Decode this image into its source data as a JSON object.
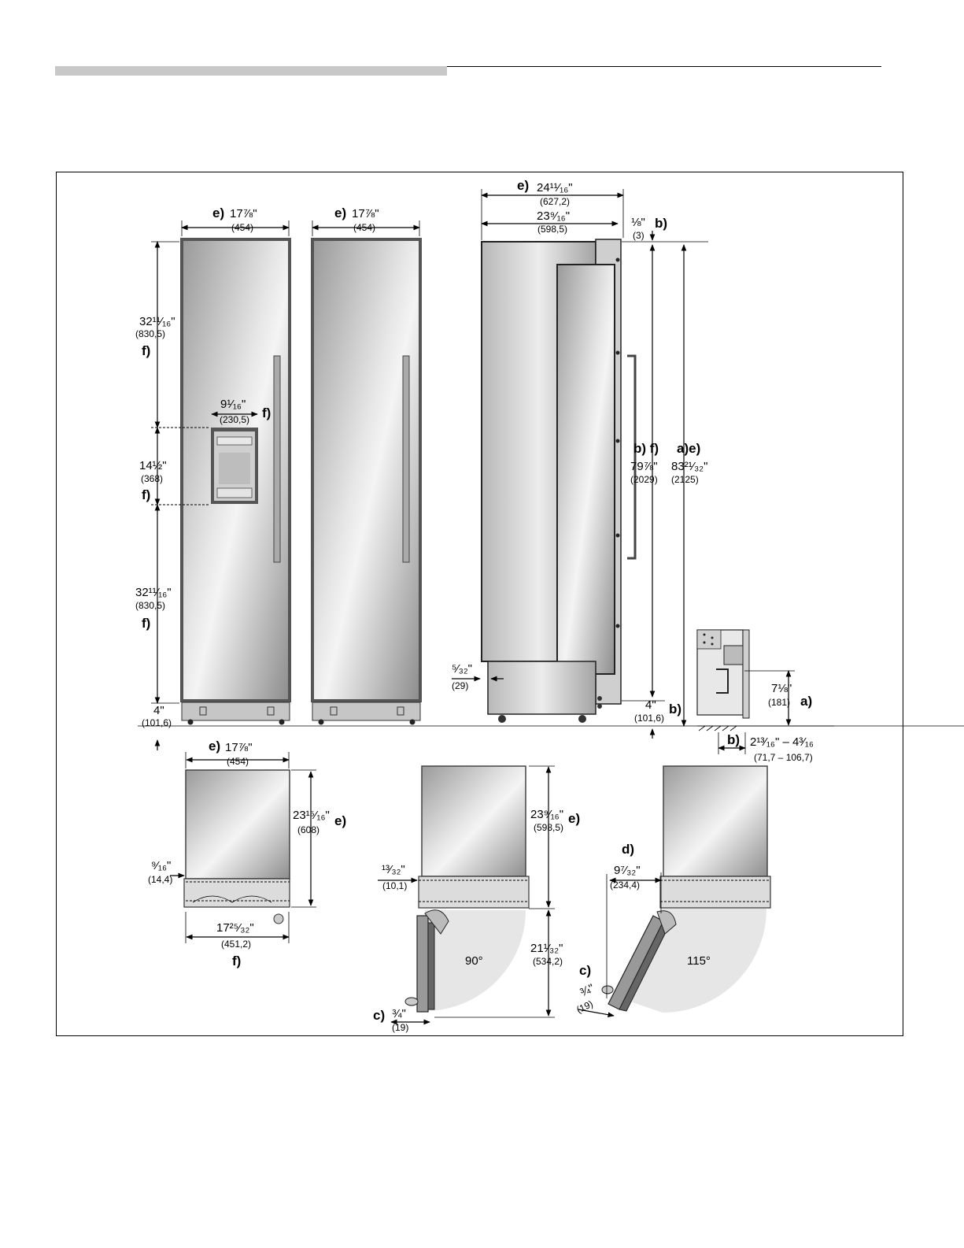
{
  "front_view": {
    "dim_width_left": {
      "label": "e)",
      "value": "17⅞\"",
      "metric": "(454)"
    },
    "dim_width_right": {
      "label": "e)",
      "value": "17⅞\"",
      "metric": "(454)"
    },
    "dim_top": {
      "value": "32¹¹⁄₁₆\"",
      "metric": "(830,5)",
      "label": "f)"
    },
    "dim_middle": {
      "value": "14½\"",
      "metric": "(368)",
      "label": "f)"
    },
    "dim_bottom": {
      "value": "32¹¹⁄₁₆\"",
      "metric": "(830,5)",
      "label": "f)"
    },
    "dim_base": {
      "value": "4\"",
      "metric": "(101,6)"
    },
    "dispenser": {
      "value": "9¹⁄₁₆\"",
      "metric": "(230,5)",
      "label": "f)"
    }
  },
  "side_view": {
    "depth_total": {
      "label": "e)",
      "value": "24¹¹⁄₁₆\"",
      "metric": "(627,2)"
    },
    "depth_body": {
      "value": "23⁹⁄₁₆\"",
      "metric": "(598,5)"
    },
    "top_gap": {
      "value": "⅛\"",
      "metric": "(3)",
      "label": "b)"
    },
    "height_body": {
      "label": "b) f)",
      "value": "79⅞\"",
      "metric": "(2029)"
    },
    "height_total": {
      "label": "a)e)",
      "value": "83²¹⁄₃₂\"",
      "metric": "(2125)"
    },
    "toe_gap": {
      "value": "⁵⁄₃₂\"",
      "metric": "(29)"
    },
    "base": {
      "value": "4\"",
      "metric": "(101,6)",
      "label": "b)"
    }
  },
  "detail_view": {
    "kick_height": {
      "value": "7⅛\"",
      "metric": "(181)",
      "label": "a)"
    },
    "offset": {
      "label": "b)",
      "value": "2¹³⁄₁₆\" – 4³⁄₁₆",
      "metric": "(71,7 – 106,7)"
    }
  },
  "plan_view_1": {
    "width": {
      "label": "e)",
      "value": "17⅞\"",
      "metric": "(454)"
    },
    "depth": {
      "value": "23¹⁵⁄₁₆\"",
      "metric": "(608)",
      "label": "e)"
    },
    "side_gap": {
      "value": "⁹⁄₁₆\"",
      "metric": "(14,4)"
    },
    "inner_width": {
      "value": "17²⁵⁄₃₂\"",
      "metric": "(451,2)",
      "label": "f)"
    }
  },
  "plan_view_2": {
    "depth": {
      "value": "23⁹⁄₁₆\"",
      "metric": "(598,5)",
      "label": "e)"
    },
    "side_gap": {
      "value": "¹³⁄₃₂\"",
      "metric": "(10,1)"
    },
    "swing_depth": {
      "value": "21¹⁄₃₂\"",
      "metric": "(534,2)"
    },
    "angle": "90°",
    "door_offset": {
      "label": "c)",
      "value": "¾\"",
      "metric": "(19)"
    }
  },
  "plan_view_3": {
    "label_d": "d)",
    "clearance": {
      "value": "9⁷⁄₃₂\"",
      "metric": "(234,4)"
    },
    "angle": "115°",
    "door_offset": {
      "label": "c)",
      "value": "¾\"",
      "metric": "(19)"
    }
  }
}
